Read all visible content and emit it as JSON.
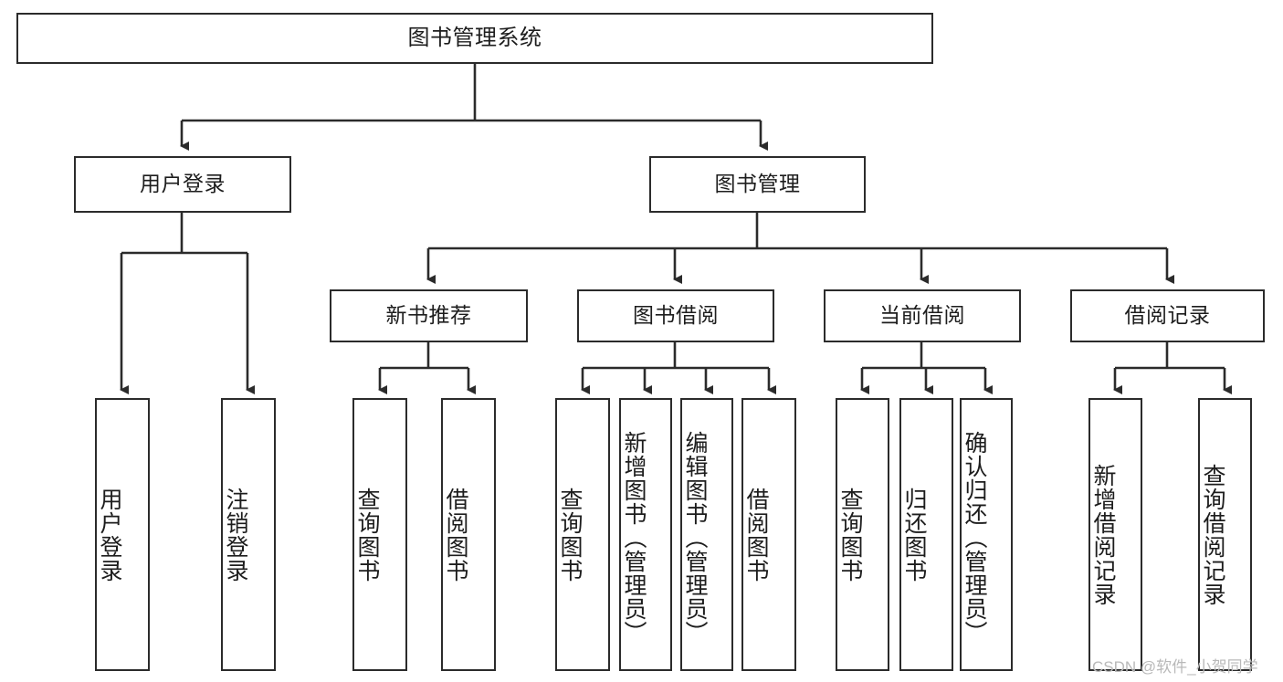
{
  "diagram": {
    "type": "tree",
    "title": "图书管理系统",
    "orientation": "top-down",
    "edge_style": "orthogonal-arrow",
    "colors": {
      "box_border": "#2b2b2b",
      "box_fill": "#ffffff",
      "text": "#1d1d1d",
      "edge": "#2b2b2b",
      "watermark": "#b9b9b9",
      "background": "#ffffff"
    },
    "root": {
      "id": "root",
      "label": "图书管理系统"
    },
    "level2": [
      {
        "id": "user-login",
        "label": "用户登录"
      },
      {
        "id": "book-manage",
        "label": "图书管理"
      }
    ],
    "level3": [
      {
        "id": "new-book-recommend",
        "label": "新书推荐",
        "parent": "book-manage"
      },
      {
        "id": "book-borrow",
        "label": "图书借阅",
        "parent": "book-manage"
      },
      {
        "id": "current-borrow",
        "label": "当前借阅",
        "parent": "book-manage"
      },
      {
        "id": "borrow-record",
        "label": "借阅记录",
        "parent": "book-manage"
      }
    ],
    "leaves": {
      "user-login": [
        {
          "id": "leaf-user-login",
          "label": "用户登录"
        },
        {
          "id": "leaf-user-logout",
          "label": "注销登录"
        }
      ],
      "new-book-recommend": [
        {
          "id": "leaf-query-book-1",
          "label": "查询图书"
        },
        {
          "id": "leaf-borrow-book-1",
          "label": "借阅图书"
        }
      ],
      "book-borrow": [
        {
          "id": "leaf-query-book-2",
          "label": "查询图书"
        },
        {
          "id": "leaf-add-book",
          "label": "新增图书（管理员）"
        },
        {
          "id": "leaf-edit-book",
          "label": "编辑图书（管理员）"
        },
        {
          "id": "leaf-borrow-book-2",
          "label": "借阅图书"
        }
      ],
      "current-borrow": [
        {
          "id": "leaf-query-book-3",
          "label": "查询图书"
        },
        {
          "id": "leaf-return-book",
          "label": "归还图书"
        },
        {
          "id": "leaf-confirm-return",
          "label": "确认归还（管理员）"
        }
      ],
      "borrow-record": [
        {
          "id": "leaf-add-record",
          "label": "新增借阅记录"
        },
        {
          "id": "leaf-query-record",
          "label": "查询借阅记录"
        }
      ]
    }
  },
  "watermark": {
    "text": "CSDN @软件_小贺同学"
  }
}
